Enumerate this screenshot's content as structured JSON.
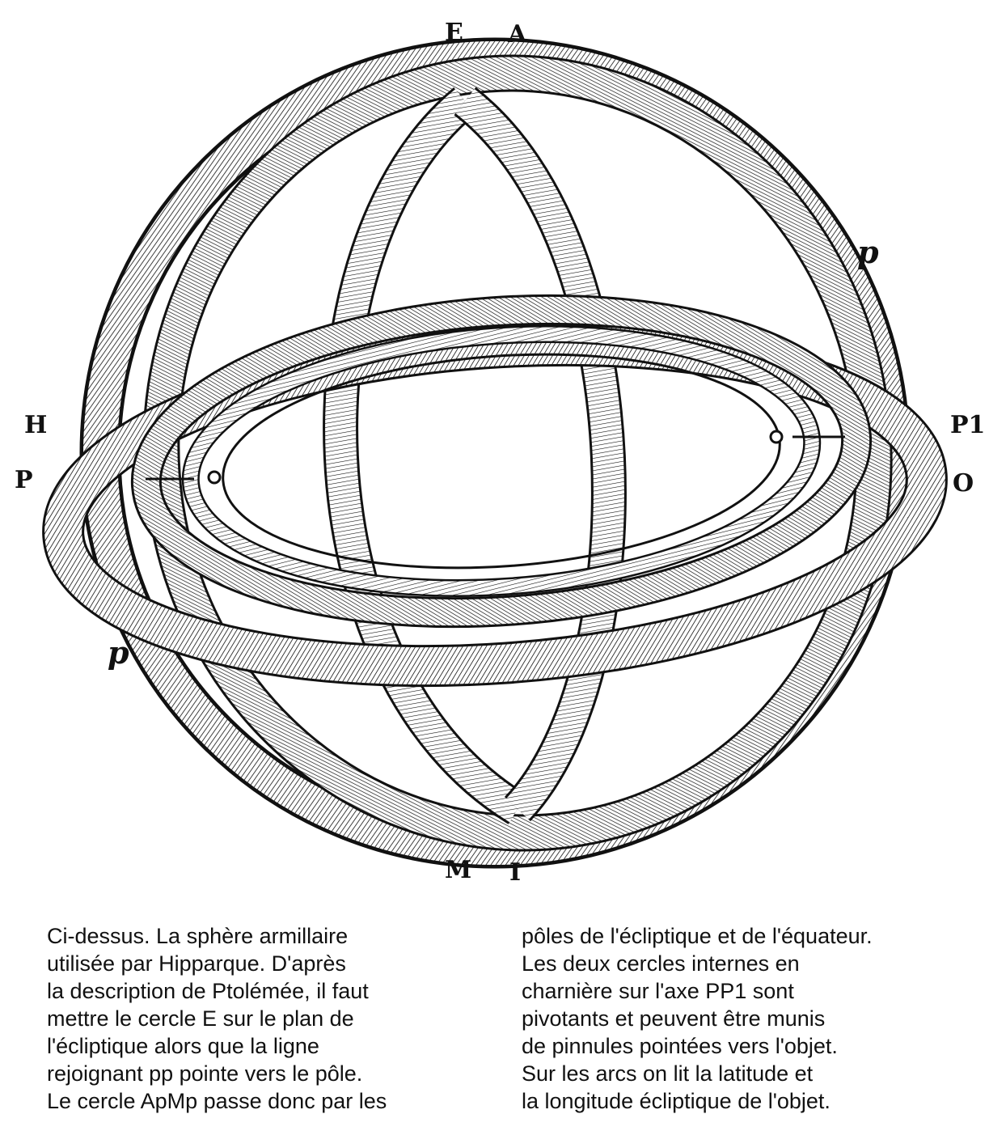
{
  "figure": {
    "labels": {
      "E": "E",
      "A": "A",
      "p_top": "p",
      "H": "H",
      "P": "P",
      "P1": "P1",
      "O": "O",
      "p_bottom": "p",
      "M": "M",
      "I": "I"
    }
  },
  "caption": {
    "left_lines": [
      "Ci-dessus. La sphère armillaire",
      "utilisée par Hipparque. D'après",
      "la description de Ptolémée, il faut",
      "mettre le cercle E sur le plan de",
      "l'écliptique alors que la ligne",
      "rejoignant pp pointe vers le pôle.",
      "Le cercle ApMp passe donc par les"
    ],
    "right_lines": [
      "pôles de l'écliptique et de l'équateur.",
      "Les deux cercles internes en",
      "charnière sur l'axe PP1 sont",
      "pivotants et peuvent être munis",
      "de pinnules pointées vers l'objet.",
      "Sur les arcs on lit la latitude et",
      "la longitude écliptique de l'objet."
    ]
  }
}
